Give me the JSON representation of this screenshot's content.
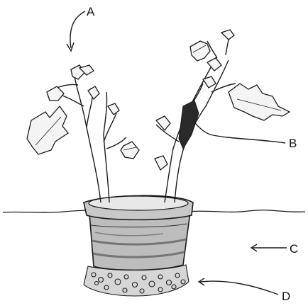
{
  "labels": {
    "a": "A",
    "b": "B",
    "c": "C",
    "d": "D"
  },
  "colors": {
    "ink": "#1a1a1a",
    "paper": "#ffffff"
  }
}
